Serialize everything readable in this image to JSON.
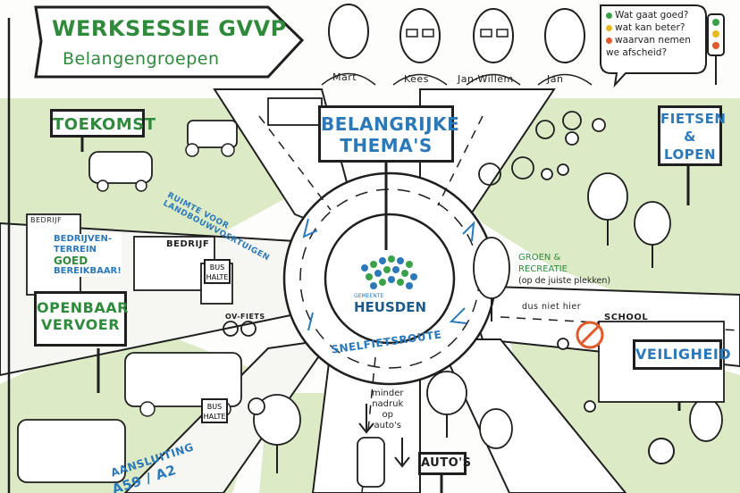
{
  "header": {
    "title": "WERKSESSIE GVVP",
    "subtitle": "Belangengroepen"
  },
  "people": [
    {
      "name": "Mart"
    },
    {
      "name": "Kees"
    },
    {
      "name": "Jan-Willem"
    },
    {
      "name": "Jan"
    }
  ],
  "questions": [
    {
      "text": "Wat gaat goed?",
      "color": "#3aa34a"
    },
    {
      "text": "wat kan beter?",
      "color": "#e8b820"
    },
    {
      "text": "waarvan nemen we afscheid?",
      "color": "#e05a2a"
    }
  ],
  "signs": {
    "center": {
      "line1": "BELANGRIJKE",
      "line2": "THEMA'S"
    },
    "toekomst": "TOEKOMST",
    "fietsen": {
      "line1": "FIETSEN",
      "line2": "&",
      "line3": "LOPEN"
    },
    "ov": {
      "line1": "OPENBAAR",
      "line2": "VERVOER"
    },
    "veiligheid": "VEILIGHEID",
    "autos": "AUTO'S",
    "aansluiting": {
      "line1": "AANSLUITING",
      "line2": "A59 / A2"
    }
  },
  "annotations": {
    "ruimte": "RUIMTE VOOR LANDBOUWVOERTUIGEN",
    "bedrijventerrein": {
      "line1": "BEDRIJVEN-",
      "line2": "TERREIN",
      "line3": "GOED",
      "line4": "BEREIKBAAR!"
    },
    "bedrijf_small": "BEDRIJF",
    "bedrijf_large": "BEDRIJF",
    "bus_halte": {
      "line1": "BUS",
      "line2": "HALTE"
    },
    "bus_halte_low": {
      "line1": "BUS",
      "line2": "HALTE"
    },
    "ov_fiets": "OV-FIETS",
    "groen": {
      "line1": "GROEN &",
      "line2": "RECREATIE",
      "line3": "(op de juiste plekken)"
    },
    "dus_niet_hier": "dus niet hier",
    "snelfietsroute": "SNELFIETSROUTE",
    "minder": {
      "line1": "minder",
      "line2": "nadruk",
      "line3": "op",
      "line4": "auto's"
    },
    "school": "SCHOOL"
  },
  "logo": {
    "gemeente": "GEMEENTE",
    "name": "HEUSDEN"
  },
  "colors": {
    "ink": "#1f1f1f",
    "green": "#2f8a3c",
    "blue": "#2b79b8",
    "grass": "#dcebc6",
    "road": "#ffffff"
  }
}
